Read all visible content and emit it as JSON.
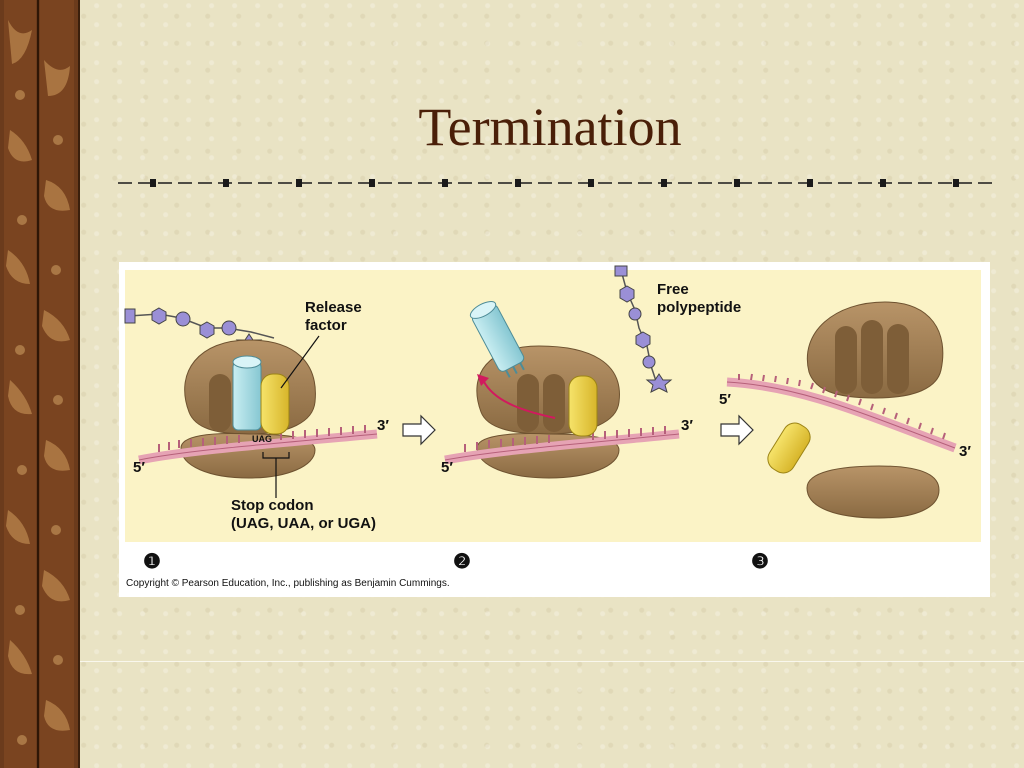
{
  "slide": {
    "title": "Termination"
  },
  "figure": {
    "labels": {
      "release_factor_line1": "Release",
      "release_factor_line2": "factor",
      "free_polypeptide_line1": "Free",
      "free_polypeptide_line2": "polypeptide",
      "stop_codon_line1": "Stop codon",
      "stop_codon_line2": "(UAG, UAA, or UGA)",
      "codon_text": "UAG",
      "end_3_prime": "3′",
      "end_5_prime": "5′"
    },
    "steps": [
      "❶",
      "❷",
      "❸"
    ],
    "copyright": "Copyright © Pearson Education, Inc., publishing as Benjamin Cummings."
  },
  "colors": {
    "slide_background": "#e9e3c4",
    "title_color": "#4a1f08",
    "panel_background": "#fbf3c6",
    "ribosome": "#9c7a50",
    "release_factor": "#f2d84a",
    "trna": "#a9dde6",
    "mrna": "#e6a3b4",
    "polypeptide": "#9a8fd6",
    "arrow": "#d11a5e"
  }
}
